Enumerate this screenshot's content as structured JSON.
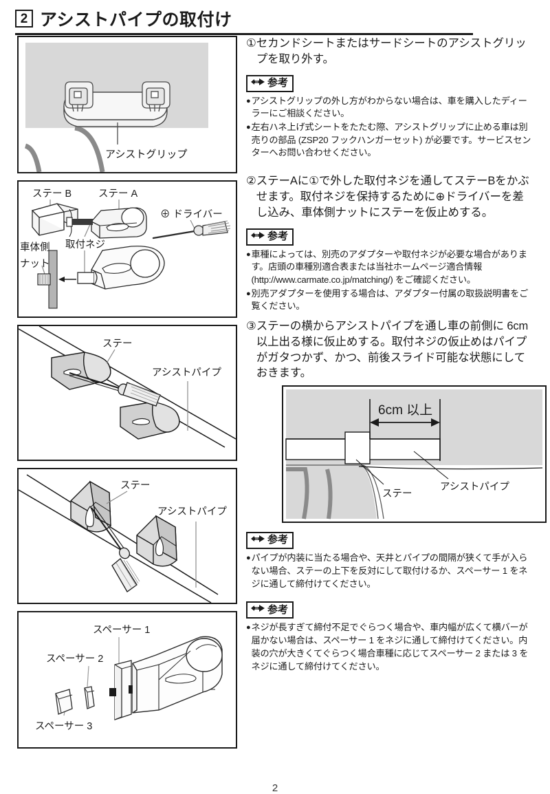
{
  "header": {
    "section_number": "2",
    "title": "アシストパイプの取付け"
  },
  "panels": {
    "panel1": {
      "name": "assist-grip-illustration",
      "labels": {
        "assist_grip": "アシストグリップ"
      }
    },
    "panel2": {
      "name": "stay-parts-illustration",
      "labels": {
        "stay_b": "ステー B",
        "stay_a": "ステー A",
        "driver": "⊕ ドライバー",
        "mounting_screw": "取付ネジ",
        "body_nut_line1": "車体側",
        "body_nut_line2": "ナット"
      }
    },
    "panel3": {
      "name": "pipe-stay-tightening-illustration",
      "labels": {
        "stay": "ステー",
        "assist_pipe": "アシストパイプ"
      }
    },
    "panel4": {
      "name": "pipe-stay-reversed-illustration",
      "labels": {
        "stay": "ステー",
        "assist_pipe": "アシストパイプ"
      }
    },
    "panel5": {
      "name": "spacers-illustration",
      "labels": {
        "spacer1": "スペーサー 1",
        "spacer2": "スペーサー 2",
        "spacer3": "スペーサー 3"
      }
    },
    "diagram_6cm": {
      "name": "six-cm-clearance-diagram",
      "labels": {
        "dimension": "6cm 以上",
        "stay": "ステー",
        "assist_pipe": "アシストパイプ"
      }
    }
  },
  "steps": [
    {
      "number": "①",
      "text": "セカンドシートまたはサードシートのアシストグリップを取り外す。"
    },
    {
      "number": "②",
      "text": "ステーAに①で外した取付ネジを通してステーBをかぶせます。取付ネジを保持するために⊕ドライバーを差し込み、車体側ナットにステーを仮止めする。"
    },
    {
      "number": "③",
      "text": "ステーの横からアシストパイプを通し車の前側に 6cm 以上出る様に仮止めする。取付ネジの仮止めはパイプがガタつかず、かつ、前後スライド可能な状態にしておきます。"
    }
  ],
  "reference_blocks": [
    {
      "label": "参考",
      "icon": "pointing-hand-icon",
      "bullets": [
        "アシストグリップの外し方がわからない場合は、車を購入したディーラーにご相談ください。",
        "左右ハネ上げ式シートをたたむ際、アシストグリップに止める車は別売りの部品 (ZSP20 フックハンガーセット) が必要です。サービスセンターへお問い合わせください。"
      ]
    },
    {
      "label": "参考",
      "icon": "pointing-hand-icon",
      "bullets": [
        "車種によっては、別売のアダプターや取付ネジが必要な場合があります。店頭の車種別適合表または当社ホームページ適合情報 (http://www.carmate.co.jp/matching/) をご確認ください。",
        "別売アダプターを使用する場合は、アダプター付属の取扱説明書をご覧ください。"
      ]
    },
    {
      "label": "参考",
      "icon": "pointing-hand-icon",
      "bullets": [
        "パイプが内装に当たる場合や、天井とパイプの間隔が狭くて手が入らない場合、ステーの上下を反対にして取付けるか、スペーサー 1 をネジに通して締付けてください。"
      ]
    },
    {
      "label": "参考",
      "icon": "pointing-hand-icon",
      "bullets": [
        "ネジが長すぎて締付不足でぐらつく場合や、車内幅が広くて横バーが届かない場合は、スペーサー 1 をネジに通して締付けてください。内装の穴が大きくてぐらつく場合車種に応じてスペーサー 2 または 3 をネジに通して締付けてください。"
      ]
    }
  ],
  "page_number": "2",
  "colors": {
    "ink": "#1a1a1a",
    "panel_gray": "#d8d8d8",
    "part_gray": "#c8c8c8",
    "mid_gray": "#a6a6a6"
  }
}
